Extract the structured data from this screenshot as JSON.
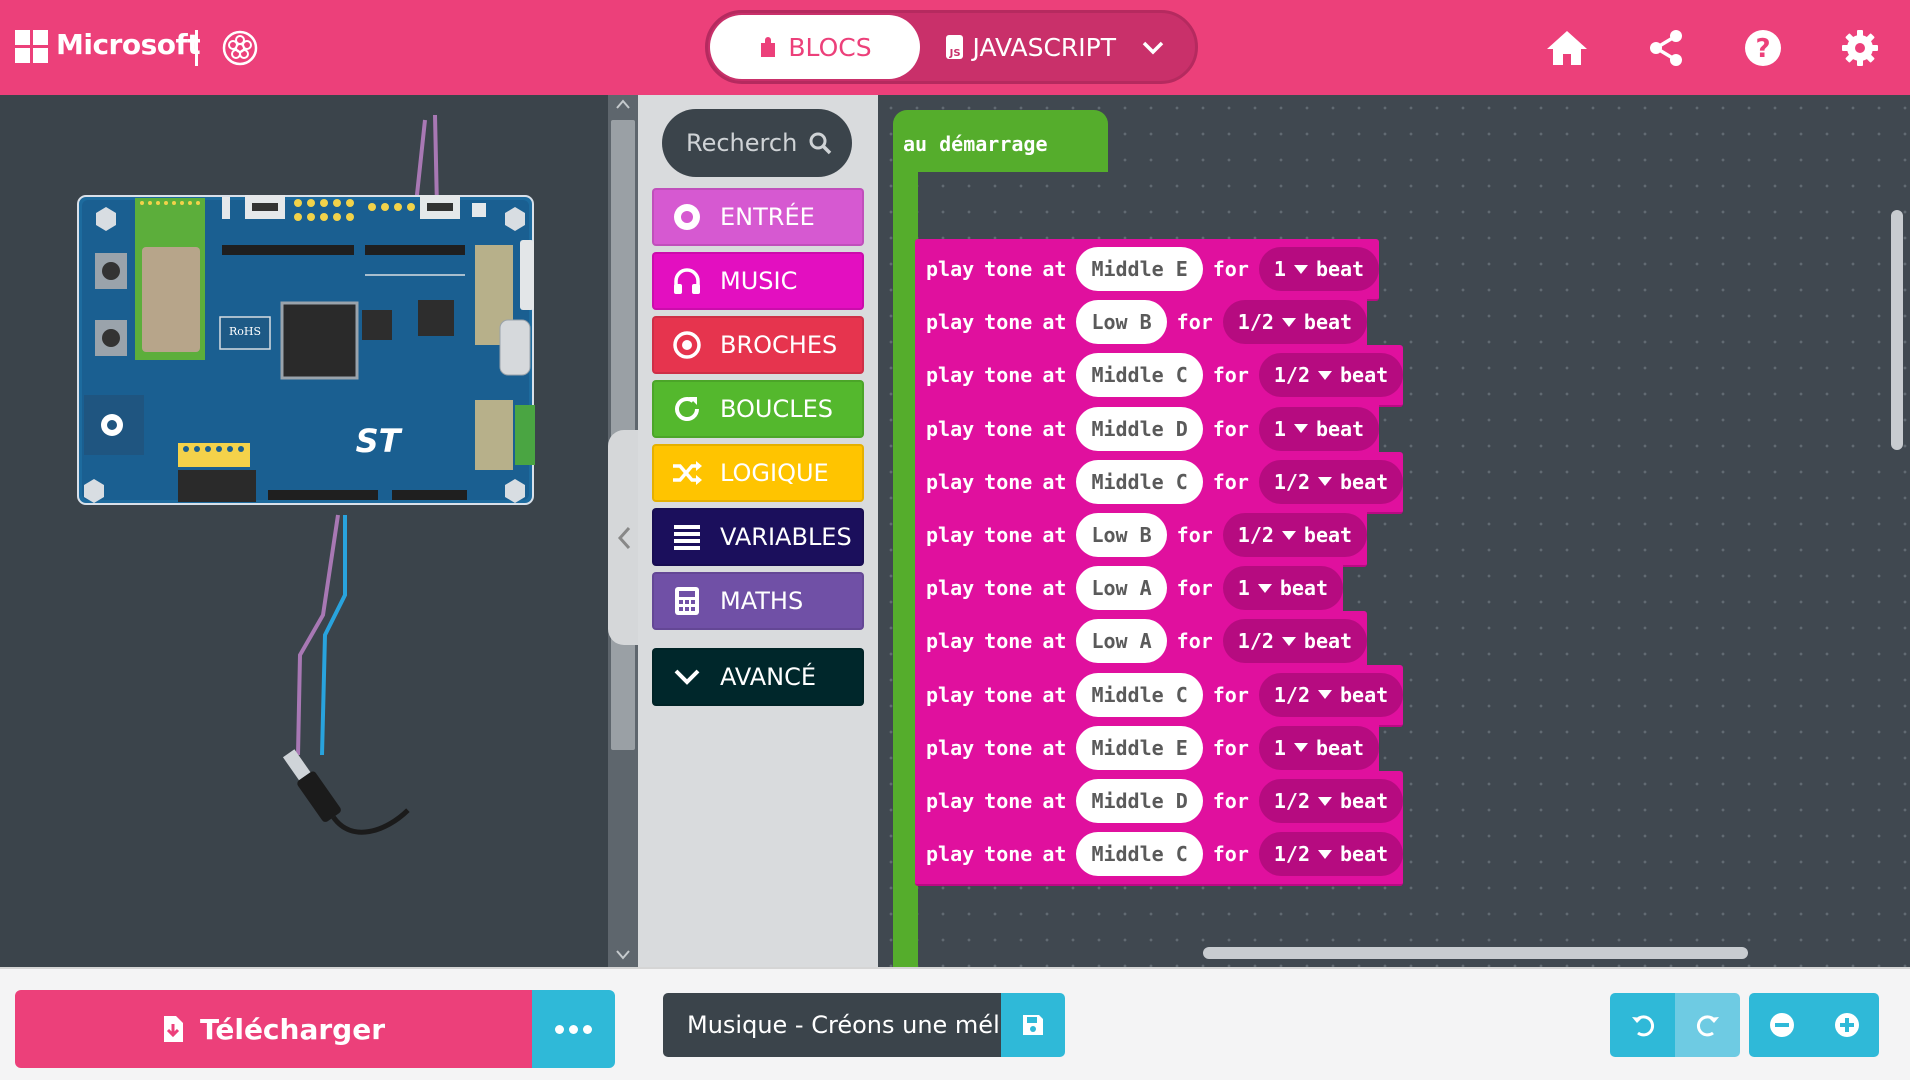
{
  "header": {
    "brand": "Microsoft",
    "tabs": {
      "blocks": "BLOCS",
      "javascript": "JAVASCRIPT"
    },
    "icons": [
      "flower-icon",
      "home-icon",
      "share-icon",
      "help-icon",
      "settings-icon"
    ],
    "accent_color": "#ec407a"
  },
  "toolbox": {
    "search_placeholder": "Recherch",
    "categories": [
      {
        "label": "ENTRÉE",
        "color": "#d659d1",
        "icon": "circle-dot-icon"
      },
      {
        "label": "MUSIC",
        "color": "#e30fc0",
        "icon": "headphones-icon"
      },
      {
        "label": "BROCHES",
        "color": "#e6344e",
        "icon": "target-icon"
      },
      {
        "label": "BOUCLES",
        "color": "#54b82d",
        "icon": "refresh-icon"
      },
      {
        "label": "LOGIQUE",
        "color": "#ffc400",
        "icon": "shuffle-icon"
      },
      {
        "label": "VARIABLES",
        "color": "#1b0f5c",
        "icon": "list-icon"
      },
      {
        "label": "MATHS",
        "color": "#7050a6",
        "icon": "calculator-icon"
      }
    ],
    "advanced": {
      "label": "AVANCÉ",
      "color": "#00272b",
      "icon": "chevron-down-icon"
    }
  },
  "workspace": {
    "on_start_label": "au démarrage",
    "block_words": {
      "play": "play",
      "tone": "tone",
      "at": "at",
      "for": "for",
      "beat": "beat"
    },
    "blocks": [
      {
        "note": "Middle E",
        "beat": "1"
      },
      {
        "note": "Low B",
        "beat": "1/2"
      },
      {
        "note": "Middle C",
        "beat": "1/2"
      },
      {
        "note": "Middle D",
        "beat": "1"
      },
      {
        "note": "Middle C",
        "beat": "1/2"
      },
      {
        "note": "Low B",
        "beat": "1/2"
      },
      {
        "note": "Low A",
        "beat": "1"
      },
      {
        "note": "Low A",
        "beat": "1/2"
      },
      {
        "note": "Middle C",
        "beat": "1/2"
      },
      {
        "note": "Middle E",
        "beat": "1"
      },
      {
        "note": "Middle D",
        "beat": "1/2"
      },
      {
        "note": "Middle C",
        "beat": "1/2"
      }
    ]
  },
  "footer": {
    "download_label": "Télécharger",
    "project_name": "Musique - Créons une mélo",
    "icons": [
      "download-icon",
      "more-icon",
      "save-icon",
      "undo-icon",
      "redo-icon",
      "zoom-out-icon",
      "zoom-in-icon"
    ]
  }
}
